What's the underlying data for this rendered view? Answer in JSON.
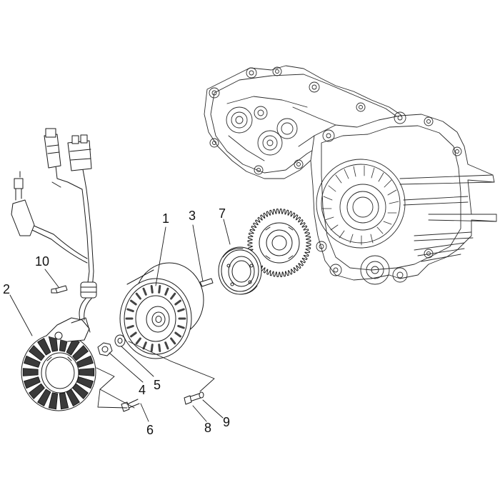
{
  "colors": {
    "line": "#1a1a1a",
    "fill": "#ffffff",
    "shade": "#777777",
    "light": "#cfcfcf"
  },
  "callouts": {
    "c1": "1",
    "c2": "2",
    "c3": "3",
    "c4": "4",
    "c5": "5",
    "c6": "6",
    "c7": "7",
    "c8": "8",
    "c9": "9",
    "c10": "10"
  }
}
